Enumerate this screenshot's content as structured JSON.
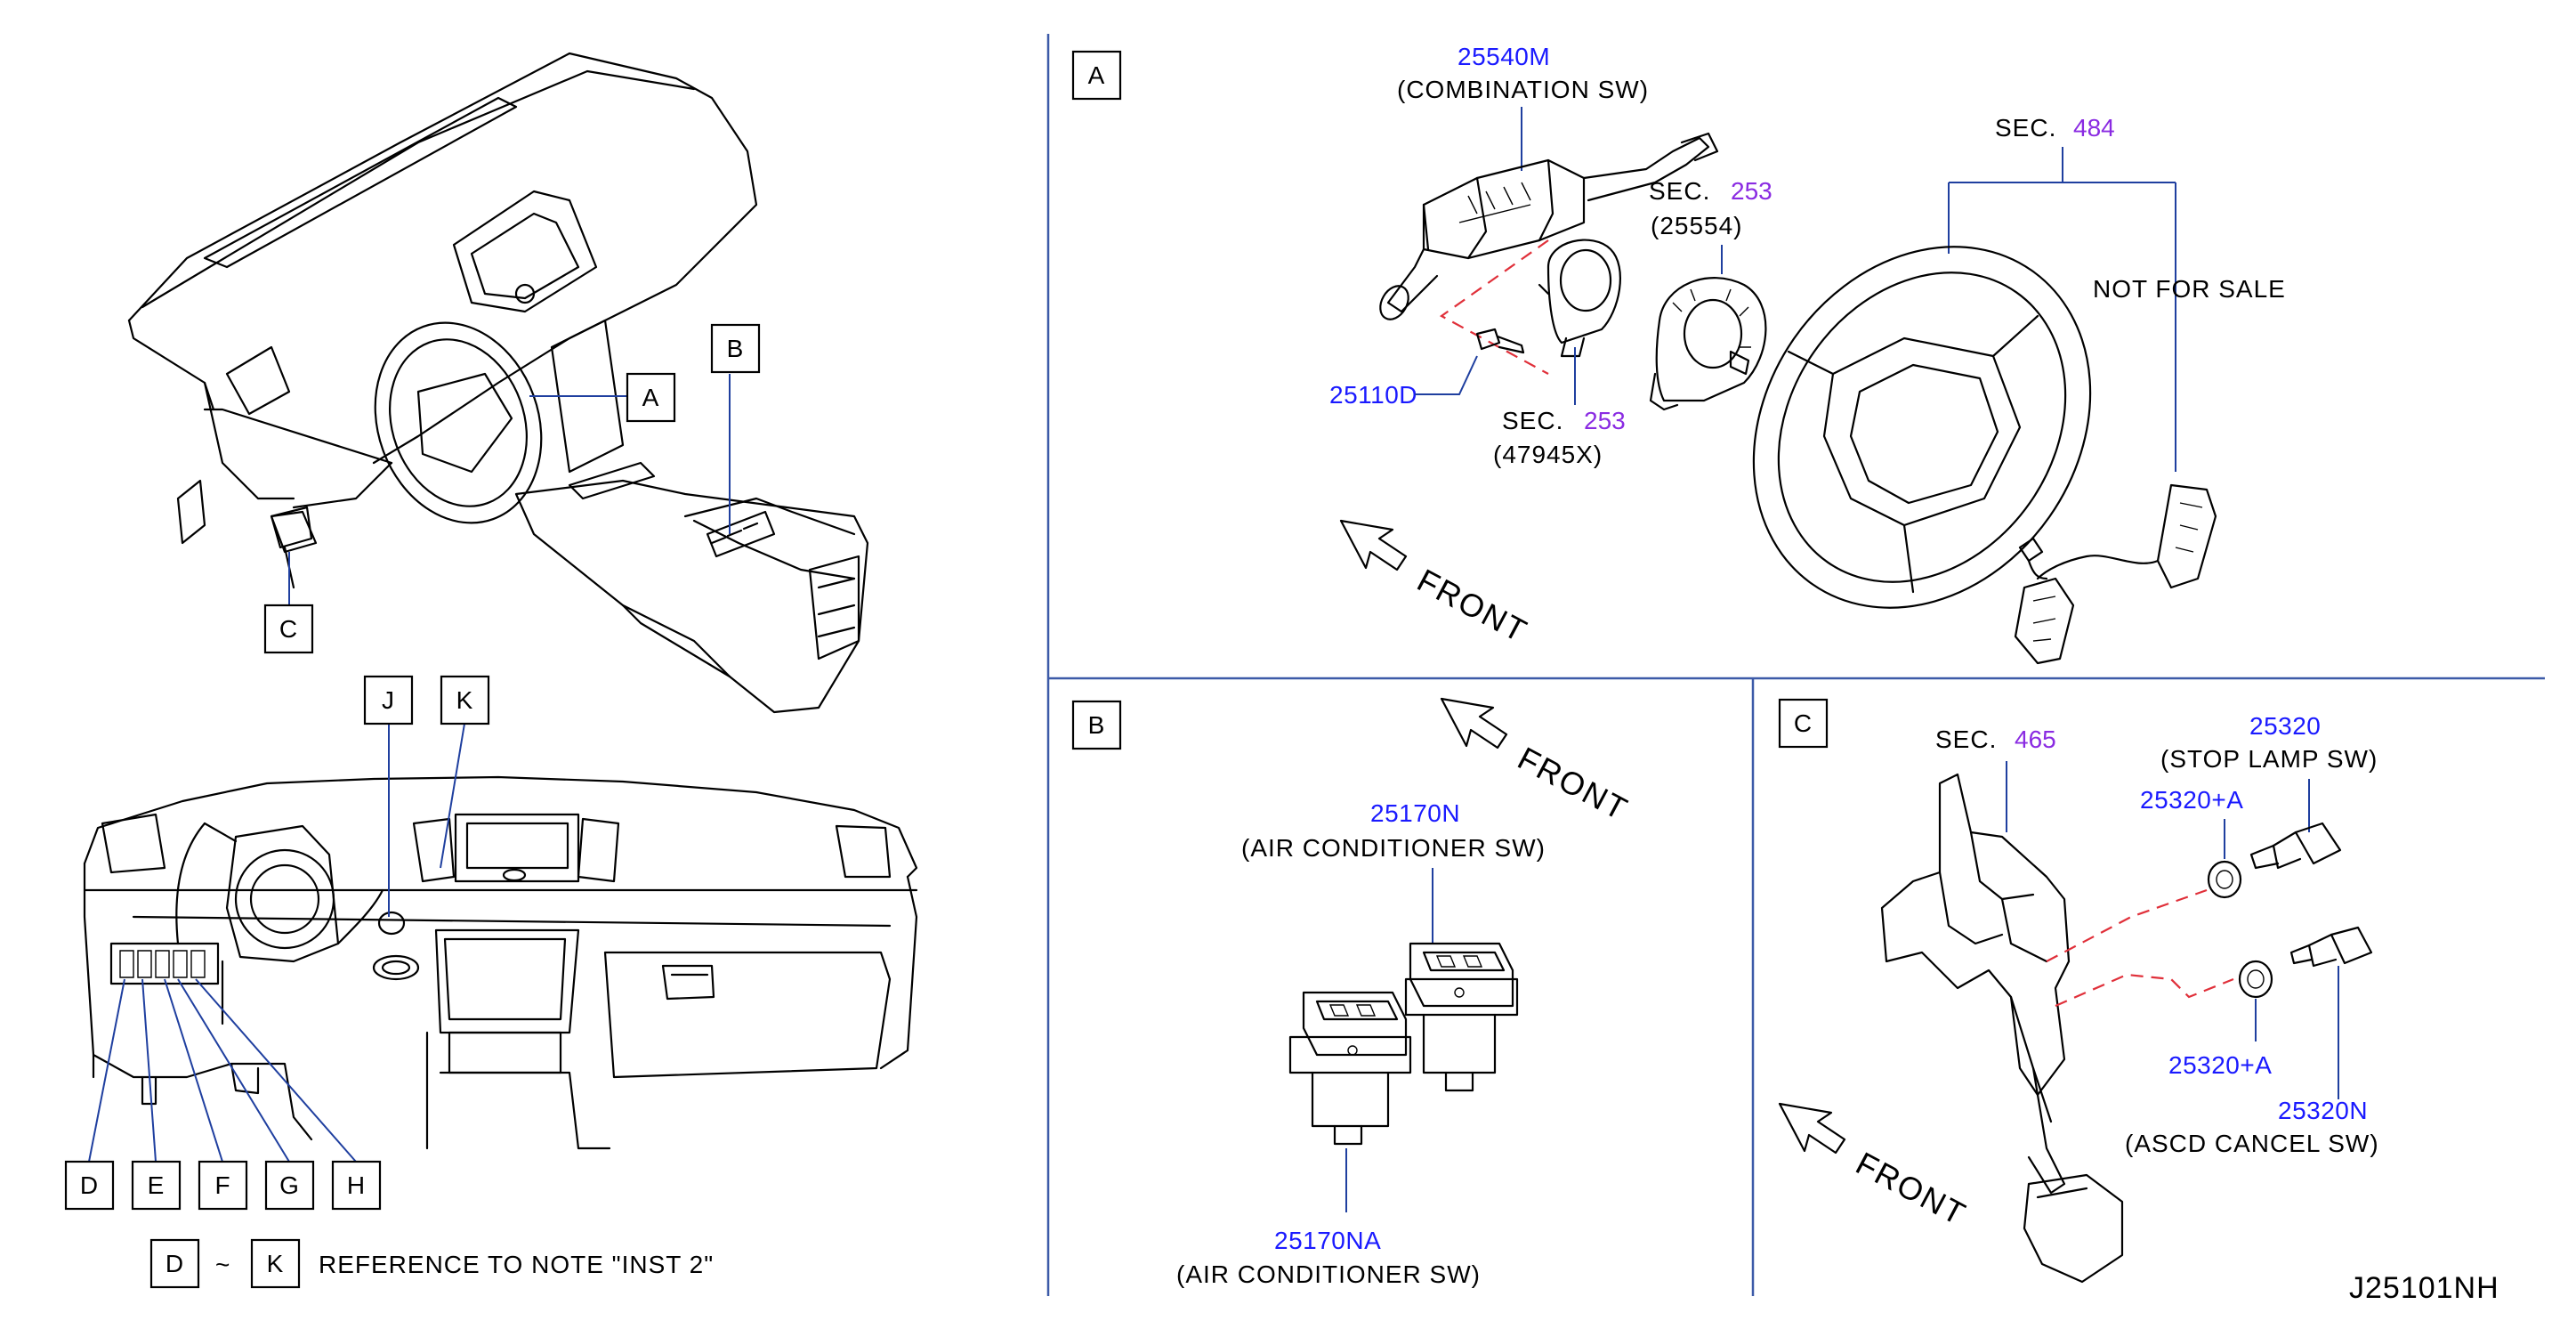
{
  "colors": {
    "part_number": "#1a1aff",
    "section_number": "#8a2be2",
    "leader": "#1f3f9f",
    "divider": "#3c5aa8",
    "dashed": "#e0303a"
  },
  "overview": {
    "callout_a": "A",
    "callout_b": "B",
    "callout_c": "C",
    "callout_j": "J",
    "callout_k": "K",
    "callout_d": "D",
    "callout_e": "E",
    "callout_f": "F",
    "callout_g": "G",
    "callout_h": "H",
    "ref_from": "D",
    "ref_tilde": "~",
    "ref_to": "K",
    "ref_text": "REFERENCE  TO  NOTE  \"INST  2\""
  },
  "panel_a": {
    "tag": "A",
    "combo_pn": "25540M",
    "combo_desc": "(COMBINATION  SW)",
    "sec1_label": "SEC.",
    "sec1_num": "253",
    "sec1_part": "(25554)",
    "sec2_label": "SEC.",
    "sec2_num": "253",
    "sec2_part": "(47945X)",
    "sec3_label": "SEC.",
    "sec3_num": "484",
    "screw_pn": "25110D",
    "not_for_sale": "NOT  FOR  SALE",
    "front": "FRONT"
  },
  "panel_b": {
    "tag": "B",
    "ac1_pn": "25170N",
    "ac1_desc": "(AIR  CONDITIONER  SW)",
    "ac2_pn": "25170NA",
    "ac2_desc": "(AIR  CONDITIONER  SW)",
    "front": "FRONT"
  },
  "panel_c": {
    "tag": "C",
    "sec_label": "SEC.",
    "sec_num": "465",
    "stop_pn": "25320",
    "stop_desc": "(STOP  LAMP  SW)",
    "clip1_pn": "25320+A",
    "clip2_pn": "25320+A",
    "ascd_pn": "25320N",
    "ascd_desc": "(ASCD  CANCEL  SW)",
    "front": "FRONT"
  },
  "drawing_code": "J25101NH"
}
